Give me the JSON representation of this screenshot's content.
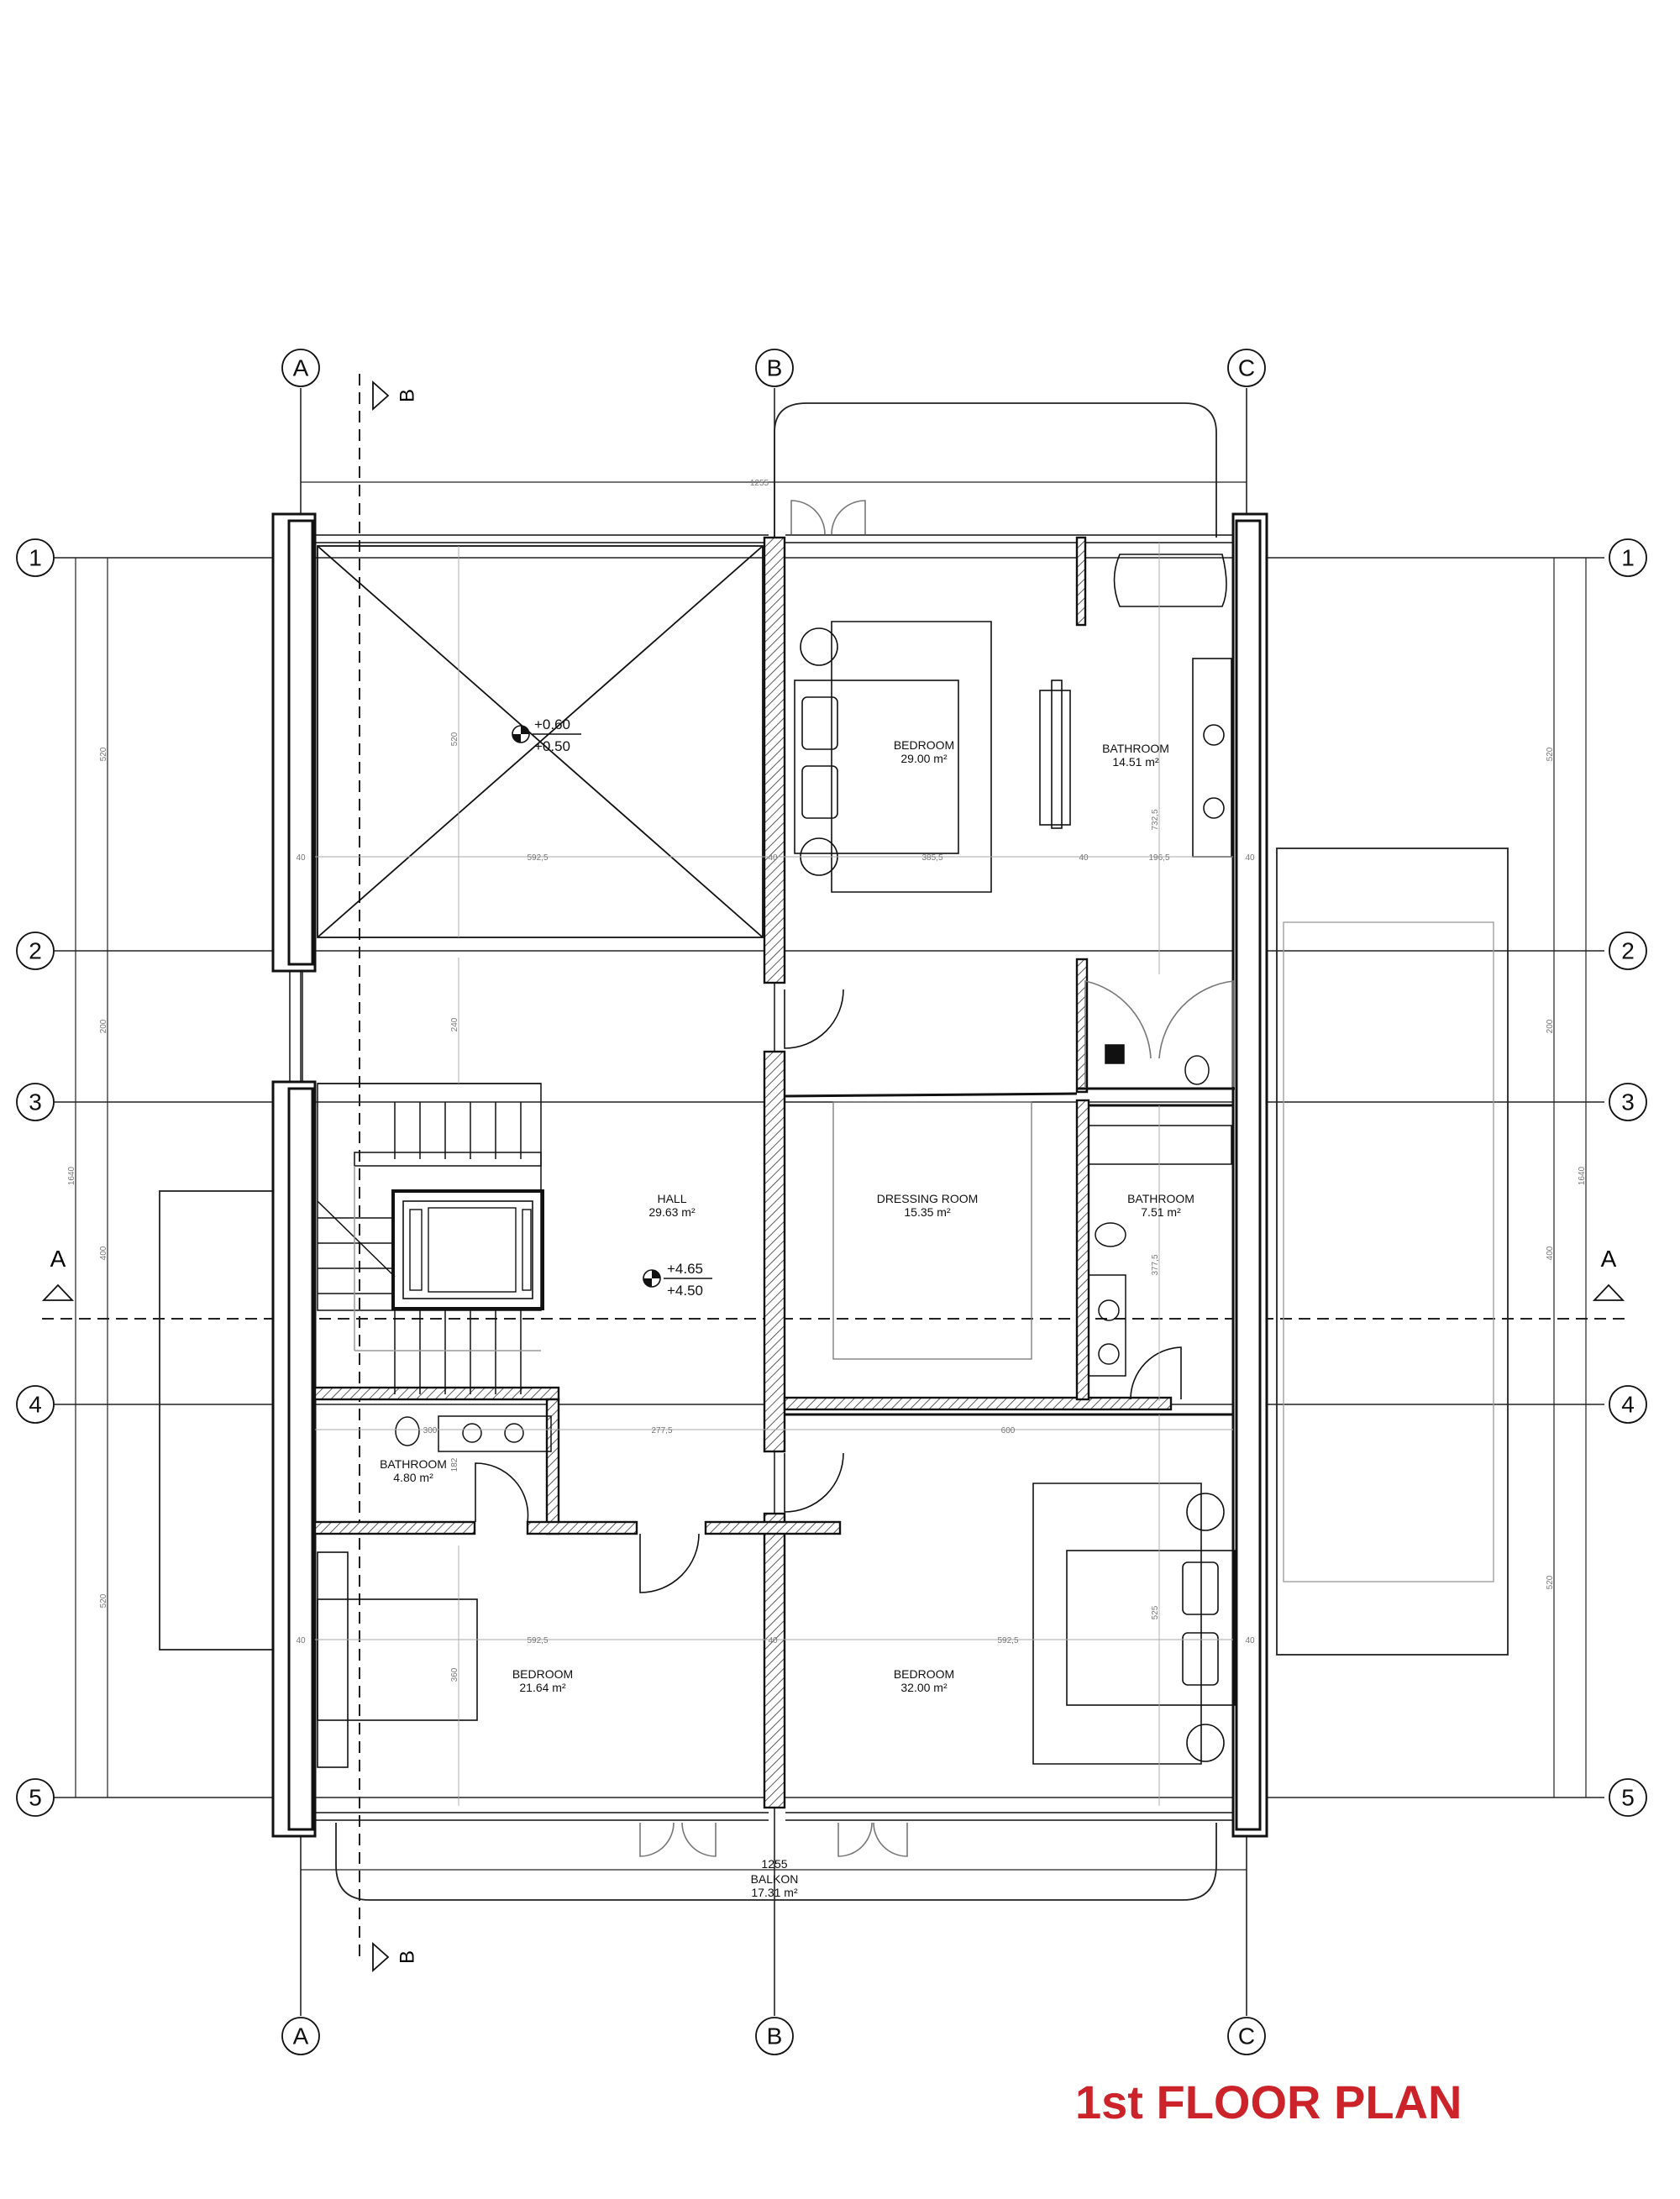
{
  "title": "1st FLOOR PLAN",
  "title_color": "#cc2229",
  "grid": {
    "columns": [
      "A",
      "B",
      "C"
    ],
    "rows": [
      "1",
      "2",
      "3",
      "4",
      "5"
    ]
  },
  "section_marks": {
    "vertical": "B",
    "horizontal": "A"
  },
  "rooms": {
    "bedroom_master": {
      "name": "BEDROOM",
      "area": "29.00 m²"
    },
    "bathroom_master": {
      "name": "BATHROOM",
      "area": "14.51 m²"
    },
    "hall": {
      "name": "HALL",
      "area": "29.63 m²"
    },
    "dressing": {
      "name": "DRESSING ROOM",
      "area": "15.35 m²"
    },
    "bathroom_mid": {
      "name": "BATHROOM",
      "area": "7.51 m²"
    },
    "bathroom_small": {
      "name": "BATHROOM",
      "area": "4.80 m²"
    },
    "bedroom_left": {
      "name": "BEDROOM",
      "area": "21.64 m²"
    },
    "bedroom_right": {
      "name": "BEDROOM",
      "area": "32.00 m²"
    },
    "balkon": {
      "name": "BALKON",
      "area": "17.31 m²",
      "dim": "1255"
    }
  },
  "levels": {
    "void": {
      "top": "+0.60",
      "bottom": "+0.50"
    },
    "hall": {
      "top": "+4.65",
      "bottom": "+4.50"
    }
  },
  "dimensions": {
    "top_overall": "1255",
    "left_total": "1640",
    "right_total": "1640",
    "left_seg": [
      "520",
      "200",
      "400",
      "520"
    ],
    "right_seg": [
      "520",
      "200",
      "400",
      "520"
    ],
    "row1_seg": [
      "40",
      "592,5",
      "40",
      "385,5",
      "40",
      "196,5",
      "40"
    ],
    "row5_seg": [
      "40",
      "592,5",
      "40",
      "592,5",
      "40"
    ],
    "row4_seg": [
      "300",
      "277,5",
      "600"
    ],
    "void_v": "520",
    "hall_v": "240",
    "bath_v": "732,5",
    "bath_mid_v": "377,5",
    "bed_right_v": "525",
    "bed_left_v": "360",
    "bath_small_v": "182"
  }
}
